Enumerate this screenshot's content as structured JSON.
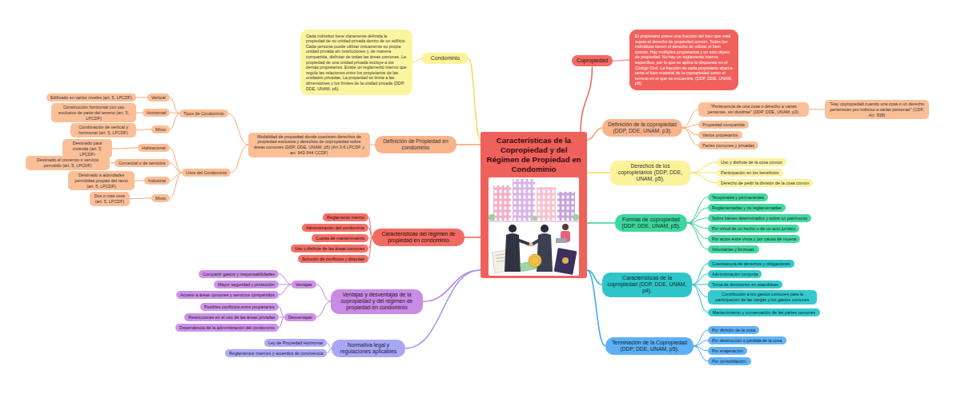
{
  "diagram": {
    "nodes": [
      {
        "text": [
          "Características de la Copropiedad y del Régimen de Propiedad en Condominio"
        ]
      },
      {
        "text": [
          "Condominio"
        ]
      },
      {
        "text": [
          "Cada individuo tiene claramente definida la propiedad de su unidad privada dentro de un edificio. Cada persona puede utilizar únicamente su propia unidad privada sin restricciones y, de manera compartida, disfrutar de todas las áreas comunes. La propiedad de una unidad privada excluye a los demás propietarios. Existe un reglamento interno que regula las relaciones entre los propietarios de las unidades privadas. La propiedad se limita a las dimensiones y los límites de la unidad privada (DDP, DDE, UNAM, p6)."
        ]
      },
      {
        "text": [
          "Definición de Propiedad en condominio"
        ]
      },
      {
        "text": [
          "Modalidad de propiedad donde coexisten derechos de propiedad exclusiva y derechos de copropiedad sobre áreas comunes (DDP, DDE, UNAM, p5) (Art 3-6 LPCDF y art. 943-944 CCDF)"
        ]
      },
      {
        "text": [
          "Tipos de Condominio"
        ]
      },
      {
        "text": [
          "Vertical"
        ]
      },
      {
        "text": [
          "Edificado en varios niveles (art. 5, LPCDF)"
        ]
      },
      {
        "text": [
          "Horizontal"
        ]
      },
      {
        "text": [
          "Construcción horizontal con uso exclusivo de parte del terreno (art. 5, LPCDF)"
        ]
      },
      {
        "text": [
          "Mixto"
        ]
      },
      {
        "text": [
          "Combinación de vertical y horizontal (art. 5, LPCDF)"
        ]
      },
      {
        "text": [
          "Usos del Condominio"
        ]
      },
      {
        "text": [
          "Habitacional"
        ]
      },
      {
        "text": [
          "Destinado para vivienda (art. 5, LPCDF)"
        ]
      },
      {
        "text": [
          "Comercial o de servicios"
        ]
      },
      {
        "text": [
          "Destinado al comercio o servicio permitido (art. 5, LPCDF)"
        ]
      },
      {
        "text": [
          "Industrial"
        ]
      },
      {
        "text": [
          "Destinado a actividades permitidas propias del ramo (art. 5, LPCDF)"
        ]
      },
      {
        "text": [
          "Mixto"
        ]
      },
      {
        "text": [
          "Dos o mas usos (art. 5, LPCDF)"
        ]
      },
      {
        "text": [
          "Características del régimen de propiedad en condominio"
        ]
      },
      {
        "text": [
          "Reglamento interno"
        ]
      },
      {
        "text": [
          "Administración del condominio"
        ]
      },
      {
        "text": [
          "Cuotas de mantenimiento"
        ]
      },
      {
        "text": [
          "Uso y disfrute de las áreas comunes"
        ]
      },
      {
        "text": [
          "Solución de conflictos y disputas"
        ]
      },
      {
        "text": [
          "Ventajas y desventajas de la copropiedad y del régimen de propiedad en condominio"
        ]
      },
      {
        "text": [
          "Ventajas"
        ]
      },
      {
        "text": [
          "Compartir gastos y responsabilidades"
        ]
      },
      {
        "text": [
          "Mayor seguridad y protección"
        ]
      },
      {
        "text": [
          "Acceso a áreas comunes y servicios compartidos"
        ]
      },
      {
        "text": [
          "Desventajas"
        ]
      },
      {
        "text": [
          "Posibles conflictos entre propietarios"
        ]
      },
      {
        "text": [
          "Restricciones en el uso de las áreas privadas"
        ]
      },
      {
        "text": [
          "Dependencia de la administración del condominio"
        ]
      },
      {
        "text": [
          "Normativa legal y regulaciones aplicables"
        ]
      },
      {
        "text": [
          "Ley de Propiedad Horizontal"
        ]
      },
      {
        "text": [
          "Reglamentos internos y acuerdos de convivencia"
        ]
      },
      {
        "text": [
          "Copropiedad"
        ]
      },
      {
        "text": [
          "El propietario posee una fracción del bien que está sujeto al derecho de propiedad común. Todos los individuos tienen el derecho de utilizar el bien común. Hay múltiples propietarios y un solo objeto de propiedad. No hay un reglamento interno específico, por lo que se aplica lo dispuesto en el Código Civil. La fracción de cada propietario abarca tanto el bien material de la copropiedad como el terreno en el que se encuentra. (DDP, DDE, UNAM, p6)."
        ]
      },
      {
        "text": [
          "Definición de la copropiedad (DDP, DDE, UNAM, p3)."
        ]
      },
      {
        "text": [
          "\"Pertenencia de una cosa o derecho a varias personas, sin dividirse\" (DDP, DDE, UNAM, p3)."
        ]
      },
      {
        "text": [
          "\"Hay copropiedad cuando una cosa o un derecho pertenecen pro-indiviso a varias personas\" (CDF, Art. 938)"
        ]
      },
      {
        "text": [
          "Propiedad compartida"
        ]
      },
      {
        "text": [
          "Varios propietarios"
        ]
      },
      {
        "text": [
          "Partes comunes y privadas"
        ]
      },
      {
        "text": [
          "Derechos de los copropietarios (DDP, DDE, UNAM, p5)."
        ]
      },
      {
        "text": [
          "Uso y disfrute de la cosa común"
        ]
      },
      {
        "text": [
          "Participación en los beneficios"
        ]
      },
      {
        "text": [
          "Derecho de pedir la división de la cosa común"
        ]
      },
      {
        "text": [
          "Formas de copropiedad (DDP, DDE, UNAM, p5)."
        ]
      },
      {
        "text": [
          "Temporales y permanentes"
        ]
      },
      {
        "text": [
          "Reglamentadas y no reglamentadas"
        ]
      },
      {
        "text": [
          "Sobre bienes determinados y sobre un patrimonio"
        ]
      },
      {
        "text": [
          "Por virtud de un hecho o de un acto jurídico"
        ]
      },
      {
        "text": [
          "Por actos entre vivos y por causa de muerte"
        ]
      },
      {
        "text": [
          "Voluntarias y forzosas."
        ]
      },
      {
        "text": [
          "Características de la copropiedad (DDP, DDE, UNAM, p4)."
        ]
      },
      {
        "text": [
          "Coexistencia de derechos y obligaciones"
        ]
      },
      {
        "text": [
          "Administración conjunta"
        ]
      },
      {
        "text": [
          "Toma de decisiones en asambleas"
        ]
      },
      {
        "text": [
          "Contribución a los gastos comunes para la participación de las cargas y los gastos comunes"
        ]
      },
      {
        "text": [
          "Mantenimiento y conservación de las partes comunes"
        ]
      },
      {
        "text": [
          "Terminación de la Copropiedad (DDP, DDE, UNAM, p5)."
        ]
      },
      {
        "text": [
          "Por división de la cosa"
        ]
      },
      {
        "text": [
          "Por destrucción o pérdida de la cosa"
        ]
      },
      {
        "text": [
          "Por enajenación"
        ]
      },
      {
        "text": [
          "Por consolidación."
        ]
      }
    ],
    "edges": [
      {
        "from": 0,
        "to": 1,
        "arrow": "none"
      },
      {
        "from": 1,
        "to": 2,
        "arrow": "none"
      },
      {
        "from": 0,
        "to": 3,
        "arrow": "none"
      },
      {
        "from": 3,
        "to": 4,
        "arrow": "none"
      },
      {
        "from": 4,
        "to": 5,
        "arrow": "none"
      },
      {
        "from": 5,
        "to": 6,
        "arrow": "none"
      },
      {
        "from": 6,
        "to": 7,
        "arrow": "none"
      },
      {
        "from": 5,
        "to": 8,
        "arrow": "none"
      },
      {
        "from": 8,
        "to": 9,
        "arrow": "none"
      },
      {
        "from": 5,
        "to": 10,
        "arrow": "none"
      },
      {
        "from": 10,
        "to": 11,
        "arrow": "none"
      },
      {
        "from": 4,
        "to": 12,
        "arrow": "none"
      },
      {
        "from": 12,
        "to": 13,
        "arrow": "none"
      },
      {
        "from": 13,
        "to": 14,
        "arrow": "none"
      },
      {
        "from": 12,
        "to": 15,
        "arrow": "none"
      },
      {
        "from": 15,
        "to": 16,
        "arrow": "none"
      },
      {
        "from": 12,
        "to": 17,
        "arrow": "none"
      },
      {
        "from": 17,
        "to": 18,
        "arrow": "none"
      },
      {
        "from": 12,
        "to": 19,
        "arrow": "none"
      },
      {
        "from": 19,
        "to": 20,
        "arrow": "none"
      },
      {
        "from": 0,
        "to": 21,
        "arrow": "none"
      },
      {
        "from": 21,
        "to": 22,
        "arrow": "none"
      },
      {
        "from": 21,
        "to": 23,
        "arrow": "none"
      },
      {
        "from": 21,
        "to": 24,
        "arrow": "none"
      },
      {
        "from": 21,
        "to": 25,
        "arrow": "none"
      },
      {
        "from": 21,
        "to": 26,
        "arrow": "none"
      },
      {
        "from": 0,
        "to": 27,
        "arrow": "none"
      },
      {
        "from": 27,
        "to": 28,
        "arrow": "none"
      },
      {
        "from": 28,
        "to": 29,
        "arrow": "none"
      },
      {
        "from": 28,
        "to": 30,
        "arrow": "none"
      },
      {
        "from": 28,
        "to": 31,
        "arrow": "none"
      },
      {
        "from": 27,
        "to": 32,
        "arrow": "none"
      },
      {
        "from": 32,
        "to": 33,
        "arrow": "none"
      },
      {
        "from": 32,
        "to": 34,
        "arrow": "none"
      },
      {
        "from": 32,
        "to": 35,
        "arrow": "none"
      },
      {
        "from": 0,
        "to": 36,
        "arrow": "none"
      },
      {
        "from": 36,
        "to": 37,
        "arrow": "none"
      },
      {
        "from": 36,
        "to": 38,
        "arrow": "none"
      },
      {
        "from": 0,
        "to": 39,
        "arrow": "none"
      },
      {
        "from": 39,
        "to": 40,
        "arrow": "none"
      },
      {
        "from": 0,
        "to": 41,
        "arrow": "none"
      },
      {
        "from": 41,
        "to": 42,
        "arrow": "none"
      },
      {
        "from": 42,
        "to": 43,
        "arrow": "none"
      },
      {
        "from": 41,
        "to": 44,
        "arrow": "none"
      },
      {
        "from": 41,
        "to": 45,
        "arrow": "none"
      },
      {
        "from": 41,
        "to": 46,
        "arrow": "none"
      },
      {
        "from": 0,
        "to": 47,
        "arrow": "none"
      },
      {
        "from": 47,
        "to": 48,
        "arrow": "none"
      },
      {
        "from": 47,
        "to": 49,
        "arrow": "none"
      },
      {
        "from": 47,
        "to": 50,
        "arrow": "none"
      },
      {
        "from": 0,
        "to": 51,
        "arrow": "none"
      },
      {
        "from": 51,
        "to": 52,
        "arrow": "none"
      },
      {
        "from": 51,
        "to": 53,
        "arrow": "none"
      },
      {
        "from": 51,
        "to": 54,
        "arrow": "none"
      },
      {
        "from": 51,
        "to": 55,
        "arrow": "none"
      },
      {
        "from": 51,
        "to": 56,
        "arrow": "none"
      },
      {
        "from": 51,
        "to": 57,
        "arrow": "none"
      },
      {
        "from": 0,
        "to": 58,
        "arrow": "none"
      },
      {
        "from": 58,
        "to": 59,
        "arrow": "none"
      },
      {
        "from": 58,
        "to": 60,
        "arrow": "none"
      },
      {
        "from": 58,
        "to": 61,
        "arrow": "none"
      },
      {
        "from": 58,
        "to": 62,
        "arrow": "none"
      },
      {
        "from": 58,
        "to": 63,
        "arrow": "none"
      },
      {
        "from": 0,
        "to": 64,
        "arrow": "none"
      },
      {
        "from": 64,
        "to": 65,
        "arrow": "none"
      },
      {
        "from": 64,
        "to": 66,
        "arrow": "none"
      },
      {
        "from": 64,
        "to": 67,
        "arrow": "none"
      },
      {
        "from": 64,
        "to": 68,
        "arrow": "none"
      }
    ]
  }
}
